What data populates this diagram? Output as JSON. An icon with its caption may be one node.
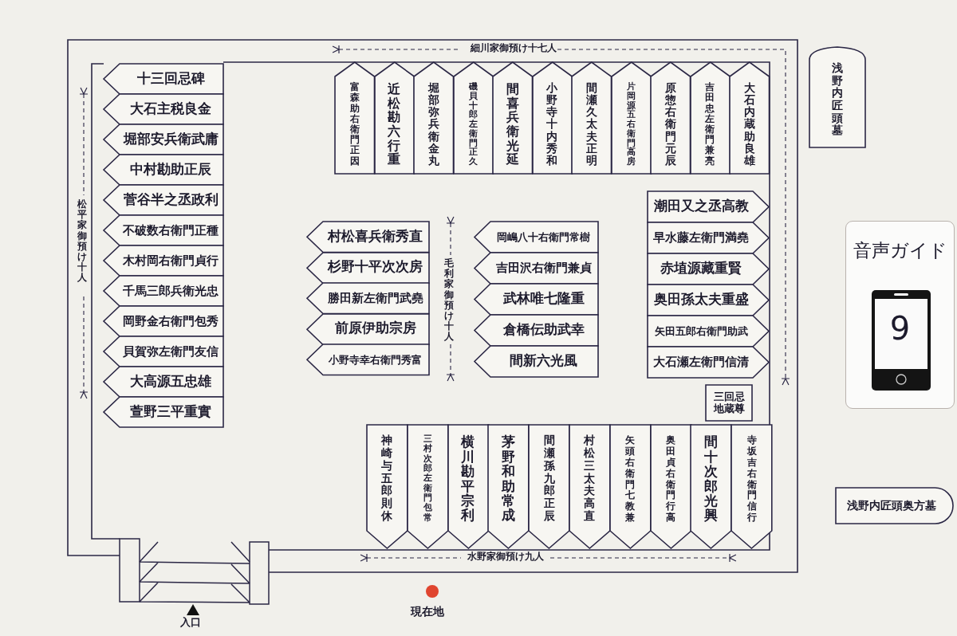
{
  "diagram": {
    "nodes": [
      {
        "text": [
          "十三回忌碑"
        ]
      },
      {
        "text": [
          "大石主税良金"
        ]
      },
      {
        "text": [
          "堀部安兵衛武庸"
        ]
      },
      {
        "text": [
          "中村勘助正辰"
        ]
      },
      {
        "text": [
          "菅谷半之丞政利"
        ]
      },
      {
        "text": [
          "不破数右衛門正種"
        ]
      },
      {
        "text": [
          "木村岡右衛門貞行"
        ]
      },
      {
        "text": [
          "千馬三郎兵衛光忠"
        ]
      },
      {
        "text": [
          "岡野金右衛門包秀"
        ]
      },
      {
        "text": [
          "貝賀弥左衛門友信"
        ]
      },
      {
        "text": [
          "大高源五忠雄"
        ]
      },
      {
        "text": [
          "萱野三平重實"
        ]
      },
      {
        "text": [
          "富森助右衛門正因"
        ]
      },
      {
        "text": [
          "近松勘六行重"
        ]
      },
      {
        "text": [
          "堀部弥兵衛金丸"
        ]
      },
      {
        "text": [
          "磯貝十郎左衛門正久"
        ]
      },
      {
        "text": [
          "間喜兵衛光延"
        ]
      },
      {
        "text": [
          "小野寺十内秀和"
        ]
      },
      {
        "text": [
          "間瀬久太夫正明"
        ]
      },
      {
        "text": [
          "片岡源五右衛門高房"
        ]
      },
      {
        "text": [
          "原惣右衛門元辰"
        ]
      },
      {
        "text": [
          "吉田忠左衛門兼亮"
        ]
      },
      {
        "text": [
          "大石内蔵助良雄"
        ]
      },
      {
        "text": [
          "村松喜兵衛秀直"
        ]
      },
      {
        "text": [
          "杉野十平次次房"
        ]
      },
      {
        "text": [
          "勝田新左衛門武堯"
        ]
      },
      {
        "text": [
          "前原伊助宗房"
        ]
      },
      {
        "text": [
          "小野寺幸右衛門秀富"
        ]
      },
      {
        "text": [
          "岡嶋八十右衛門常樹"
        ]
      },
      {
        "text": [
          "吉田沢右衛門兼貞"
        ]
      },
      {
        "text": [
          "武林唯七隆重"
        ]
      },
      {
        "text": [
          "倉橋伝助武幸"
        ]
      },
      {
        "text": [
          "間新六光風"
        ]
      },
      {
        "text": [
          "潮田又之丞高教"
        ]
      },
      {
        "text": [
          "早水藤左衛門満堯"
        ]
      },
      {
        "text": [
          "赤埴源藏重賢"
        ]
      },
      {
        "text": [
          "奥田孫太夫重盛"
        ]
      },
      {
        "text": [
          "矢田五郎右衛門助武"
        ]
      },
      {
        "text": [
          "大石瀬左衛門信清"
        ]
      },
      {
        "text": [
          "三回忌地蔵尊"
        ]
      },
      {
        "text": [
          "神崎与五郎則休"
        ]
      },
      {
        "text": [
          "三村次郎左衛門包常"
        ]
      },
      {
        "text": [
          "横川勘平宗利"
        ]
      },
      {
        "text": [
          "茅野和助常成"
        ]
      },
      {
        "text": [
          "間瀬孫九郎正辰"
        ]
      },
      {
        "text": [
          "村松三太夫高直"
        ]
      },
      {
        "text": [
          "矢頭右衛門七教兼"
        ]
      },
      {
        "text": [
          "奥田貞右衛門行高"
        ]
      },
      {
        "text": [
          "間十次郎光興"
        ]
      },
      {
        "text": [
          "寺坂吉右衛門信行"
        ]
      },
      {
        "text": [
          "浅野内匠頭墓"
        ]
      },
      {
        "text": [
          "浅野内匠頭奥方墓"
        ]
      }
    ],
    "edges": [],
    "labels": [
      "細川家御預け十七人",
      "松平家御預け十人",
      "毛利家御預け十人",
      "音声ガイド",
      "9",
      "水野家御預け九人",
      "入口",
      "現在地"
    ]
  }
}
